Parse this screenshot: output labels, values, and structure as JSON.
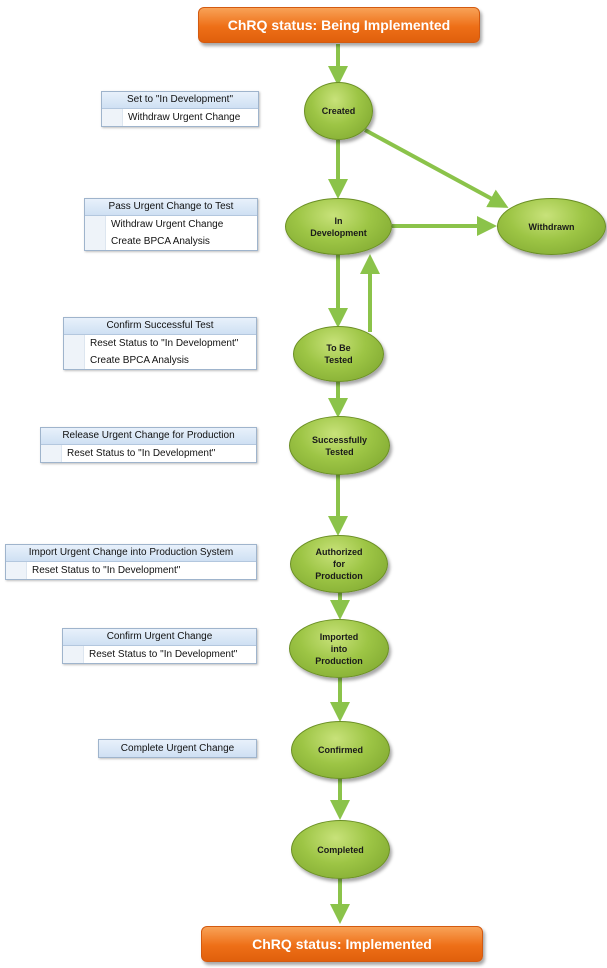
{
  "diagram": {
    "top_banner": "ChRQ status: Being Implemented",
    "bottom_banner": "ChRQ status: Implemented",
    "nodes": {
      "created": "Created",
      "in_development": "In\nDevelopment",
      "withdrawn": "Withdrawn",
      "to_be_tested": "To Be\nTested",
      "successfully_tested": "Successfully\nTested",
      "authorized": "Authorized\nfor\nProduction",
      "imported": "Imported\ninto\nProduction",
      "confirmed": "Confirmed",
      "completed": "Completed"
    },
    "menus": {
      "created": {
        "header": "Set to \"In Development\"",
        "items": [
          "Withdraw Urgent Change"
        ]
      },
      "in_development": {
        "header": "Pass Urgent Change to Test",
        "items": [
          "Withdraw Urgent Change",
          "Create BPCA Analysis"
        ]
      },
      "to_be_tested": {
        "header": "Confirm Successful Test",
        "items": [
          "Reset Status to \"In Development\"",
          "Create BPCA Analysis"
        ]
      },
      "successfully_tested": {
        "header": "Release Urgent Change for Production",
        "items": [
          "Reset Status to \"In Development\""
        ]
      },
      "authorized": {
        "header": "Import Urgent Change into Production System",
        "items": [
          "Reset Status to \"In Development\""
        ]
      },
      "imported": {
        "header": "Confirm Urgent Change",
        "items": [
          "Reset Status to \"In Development\""
        ]
      },
      "confirmed": {
        "header": "Complete Urgent Change",
        "items": []
      }
    },
    "colors": {
      "arrow": "#8bc34a",
      "node": "#9dc545",
      "banner": "#ee6f17"
    }
  }
}
